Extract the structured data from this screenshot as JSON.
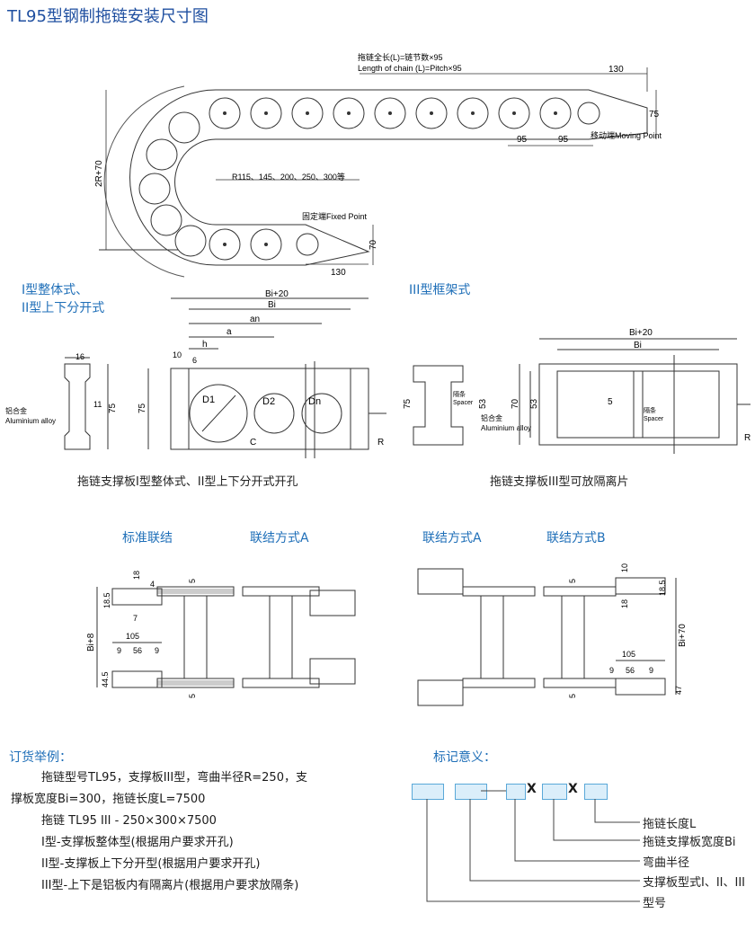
{
  "title": "TL95型钢制拖链安装尺寸图",
  "top": {
    "chain_len_cn": "拖链全长(L)=链节数×95",
    "chain_len_en": "Length of chain (L)=Pitch×95",
    "d130_top": "130",
    "d75": "75",
    "d95a": "95",
    "d95b": "95",
    "moving": "移动端Moving Point",
    "radius": "R115、145、200、250、300等",
    "h2r": "2R+70",
    "fixed": "固定端Fixed Point",
    "d70": "70",
    "d130_bot": "130"
  },
  "section1": {
    "heading1": "I型整体式、",
    "heading2": "II型上下分开式",
    "d16": "16",
    "d11": "11",
    "d75": "75",
    "alloy_cn": "铝合金",
    "alloy_en": "Aluminium alloy",
    "bi20": "Bi+20",
    "bi": "Bi",
    "an": "an",
    "a": "a",
    "h": "h",
    "d10": "10",
    "d6": "6",
    "d75b": "75",
    "D1": "D1",
    "D2": "D2",
    "Dn": "Dn",
    "C": "C",
    "R": "R",
    "caption": "拖链支撑板I型整体式、II型上下分开式开孔"
  },
  "section3": {
    "heading": "III型框架式",
    "d75": "75",
    "spacer_cn": "隔条",
    "spacer_en": "Spacer",
    "d53": "53",
    "alloy_cn": "铝合金",
    "alloy_en": "Aluminium alloy",
    "bi20": "Bi+20",
    "bi": "Bi",
    "d70": "70",
    "d53b": "53",
    "d5": "5",
    "spacer2_cn": "隔条",
    "spacer2_en": "Spacer",
    "R": "R",
    "caption": "拖链支撑板III型可放隔离片"
  },
  "connections": {
    "std": "标准联结",
    "modeA1": "联结方式A",
    "modeA2": "联结方式A",
    "modeB": "联结方式B",
    "left": {
      "d18": "18",
      "d4": "4",
      "d5t": "5",
      "d185": "18.5",
      "d7": "7",
      "bi8": "Bi+8",
      "d105": "105",
      "d9a": "9",
      "d56": "56",
      "d9b": "9",
      "d445": "44.5",
      "d5b": "5"
    },
    "right": {
      "d5t": "5",
      "d10": "10",
      "d185": "18.5",
      "d18": "18",
      "bi70": "Bi+70",
      "d105": "105",
      "d9a": "9",
      "d56": "56",
      "d9b": "9",
      "d47": "47",
      "d5b": "5"
    }
  },
  "order": {
    "heading": "订货举例：",
    "line1": "拖链型号TL95，支撑板III型，弯曲半径R=250，支",
    "line2": "撑板宽度Bi=300，拖链长度L=7500",
    "line3": "拖链 TL95 III - 250×300×7500",
    "line4": "I型-支撑板整体型(根据用户要求开孔)",
    "line5": "II型-支撑板上下分开型(根据用户要求开孔)",
    "line6": "III型-上下是铝板内有隔离片(根据用户要求放隔条)"
  },
  "marking": {
    "heading": "标记意义：",
    "x1": "X",
    "x2": "X",
    "lbl1": "拖链长度L",
    "lbl2": "拖链支撑板宽度Bi",
    "lbl3": "弯曲半径",
    "lbl4": "支撑板型式I、II、III",
    "lbl5": "型号"
  },
  "colors": {
    "accent": "#1f6fb8",
    "box_fill": "#dbeefa",
    "box_border": "#5aa8d8"
  }
}
